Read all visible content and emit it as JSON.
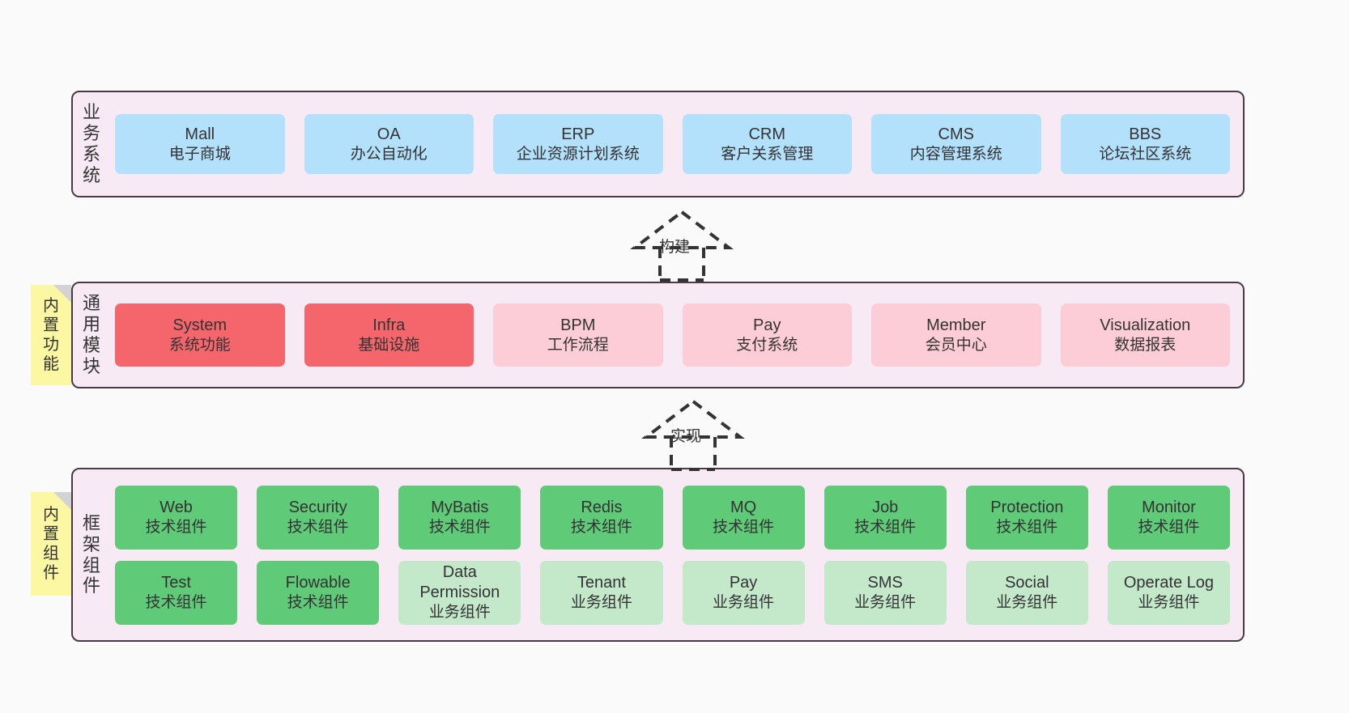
{
  "diagram": {
    "title": "",
    "background_color": "#fafafa",
    "layer_fill": "#f8eaf4",
    "layer_border": "#4a3a43",
    "note_fill": "#fbf7a3"
  },
  "layers": [
    {
      "id": "business",
      "title_chars": [
        "业",
        "务",
        "系",
        "统"
      ],
      "rows": [
        {
          "cards": [
            {
              "en": "Mall",
              "cn": "电子商城",
              "color": "#b3e0fb"
            },
            {
              "en": "OA",
              "cn": "办公自动化",
              "color": "#b3e0fb"
            },
            {
              "en": "ERP",
              "cn": "企业资源计划系统",
              "color": "#b3e0fb"
            },
            {
              "en": "CRM",
              "cn": "客户关系管理",
              "color": "#b3e0fb"
            },
            {
              "en": "CMS",
              "cn": "内容管理系统",
              "color": "#b3e0fb"
            },
            {
              "en": "BBS",
              "cn": "论坛社区系统",
              "color": "#b3e0fb"
            }
          ]
        }
      ]
    },
    {
      "id": "common",
      "title_chars": [
        "通",
        "用",
        "模",
        "块"
      ],
      "note": {
        "chars": [
          "内",
          "置",
          "功",
          "能"
        ]
      },
      "rows": [
        {
          "cards": [
            {
              "en": "System",
              "cn": "系统功能",
              "color": "#f4666b"
            },
            {
              "en": "Infra",
              "cn": "基础设施",
              "color": "#f4666b"
            },
            {
              "en": "BPM",
              "cn": "工作流程",
              "color": "#fccdd6"
            },
            {
              "en": "Pay",
              "cn": "支付系统",
              "color": "#fccdd6"
            },
            {
              "en": "Member",
              "cn": "会员中心",
              "color": "#fccdd6"
            },
            {
              "en": "Visualization",
              "cn": "数据报表",
              "color": "#fccdd6"
            }
          ]
        }
      ]
    },
    {
      "id": "framework",
      "title_chars": [
        "框",
        "架",
        "组",
        "件"
      ],
      "note": {
        "chars": [
          "内",
          "置",
          "组",
          "件"
        ]
      },
      "rows": [
        {
          "cards": [
            {
              "en": "Web",
              "cn": "技术组件",
              "color": "#5fca77"
            },
            {
              "en": "Security",
              "cn": "技术组件",
              "color": "#5fca77"
            },
            {
              "en": "MyBatis",
              "cn": "技术组件",
              "color": "#5fca77"
            },
            {
              "en": "Redis",
              "cn": "技术组件",
              "color": "#5fca77"
            },
            {
              "en": "MQ",
              "cn": "技术组件",
              "color": "#5fca77"
            },
            {
              "en": "Job",
              "cn": "技术组件",
              "color": "#5fca77"
            },
            {
              "en": "Protection",
              "cn": "技术组件",
              "color": "#5fca77"
            },
            {
              "en": "Monitor",
              "cn": "技术组件",
              "color": "#5fca77"
            }
          ]
        },
        {
          "cards": [
            {
              "en": "Test",
              "cn": "技术组件",
              "color": "#5fca77"
            },
            {
              "en": "Flowable",
              "cn": "技术组件",
              "color": "#5fca77"
            },
            {
              "en": "Data Permission",
              "cn": "业务组件",
              "color": "#c3e9ca"
            },
            {
              "en": "Tenant",
              "cn": "业务组件",
              "color": "#c3e9ca"
            },
            {
              "en": "Pay",
              "cn": "业务组件",
              "color": "#c3e9ca"
            },
            {
              "en": "SMS",
              "cn": "业务组件",
              "color": "#c3e9ca"
            },
            {
              "en": "Social",
              "cn": "业务组件",
              "color": "#c3e9ca"
            },
            {
              "en": "Operate Log",
              "cn": "业务组件",
              "color": "#c3e9ca"
            }
          ]
        }
      ]
    }
  ],
  "connectors": [
    {
      "id": "build",
      "label": "构建",
      "style": "dashed-hollow-triangle",
      "direction": "up"
    },
    {
      "id": "implement",
      "label": "实现",
      "style": "dashed-hollow-triangle",
      "direction": "up"
    }
  ]
}
